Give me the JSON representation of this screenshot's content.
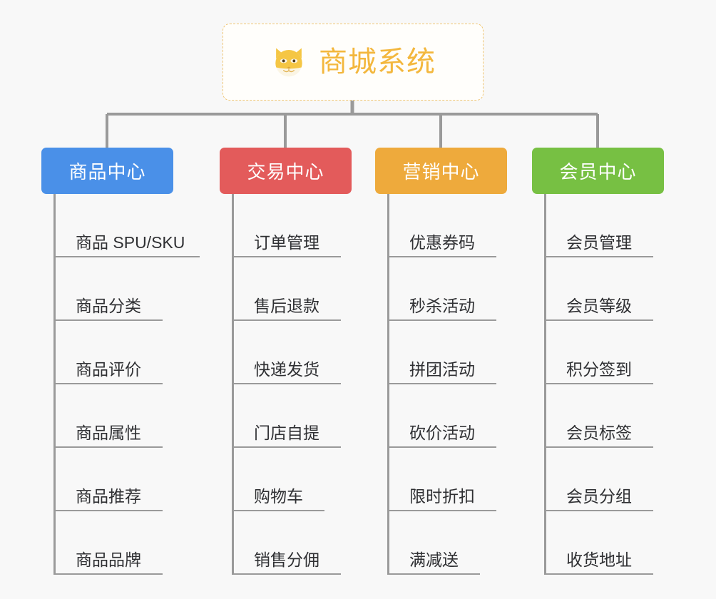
{
  "background_color": "#f8f8f8",
  "root": {
    "title": "商城系统",
    "icon": "shiba-dog-face-icon",
    "text_color": "#f3b73d",
    "border_color": "#f0c674",
    "fill_color": "#fffefb"
  },
  "connector_color": "#9a9a9a",
  "columns": [
    {
      "label": "商品中心",
      "color": "#4a90e8",
      "items": [
        {
          "label": "商品 SPU/SKU",
          "line_width": 202
        },
        {
          "label": "商品分类",
          "line_width": 150
        },
        {
          "label": "商品评价",
          "line_width": 150
        },
        {
          "label": "商品属性",
          "line_width": 150
        },
        {
          "label": "商品推荐",
          "line_width": 150
        },
        {
          "label": "商品品牌",
          "line_width": 150
        }
      ]
    },
    {
      "label": "交易中心",
      "color": "#e35b5b",
      "items": [
        {
          "label": "订单管理",
          "line_width": 150
        },
        {
          "label": "售后退款",
          "line_width": 150
        },
        {
          "label": "快递发货",
          "line_width": 150
        },
        {
          "label": "门店自提",
          "line_width": 150
        },
        {
          "label": "购物车",
          "line_width": 127
        },
        {
          "label": "销售分佣",
          "line_width": 150
        }
      ]
    },
    {
      "label": "营销中心",
      "color": "#eeaa3c",
      "items": [
        {
          "label": "优惠券码",
          "line_width": 150
        },
        {
          "label": "秒杀活动",
          "line_width": 150
        },
        {
          "label": "拼团活动",
          "line_width": 150
        },
        {
          "label": "砍价活动",
          "line_width": 150
        },
        {
          "label": "限时折扣",
          "line_width": 150
        },
        {
          "label": "满减送",
          "line_width": 127
        }
      ]
    },
    {
      "label": "会员中心",
      "color": "#77c043",
      "items": [
        {
          "label": "会员管理",
          "line_width": 150
        },
        {
          "label": "会员等级",
          "line_width": 150
        },
        {
          "label": "积分签到",
          "line_width": 150
        },
        {
          "label": "会员标签",
          "line_width": 150
        },
        {
          "label": "会员分组",
          "line_width": 150
        },
        {
          "label": "收货地址",
          "line_width": 150
        }
      ]
    }
  ]
}
